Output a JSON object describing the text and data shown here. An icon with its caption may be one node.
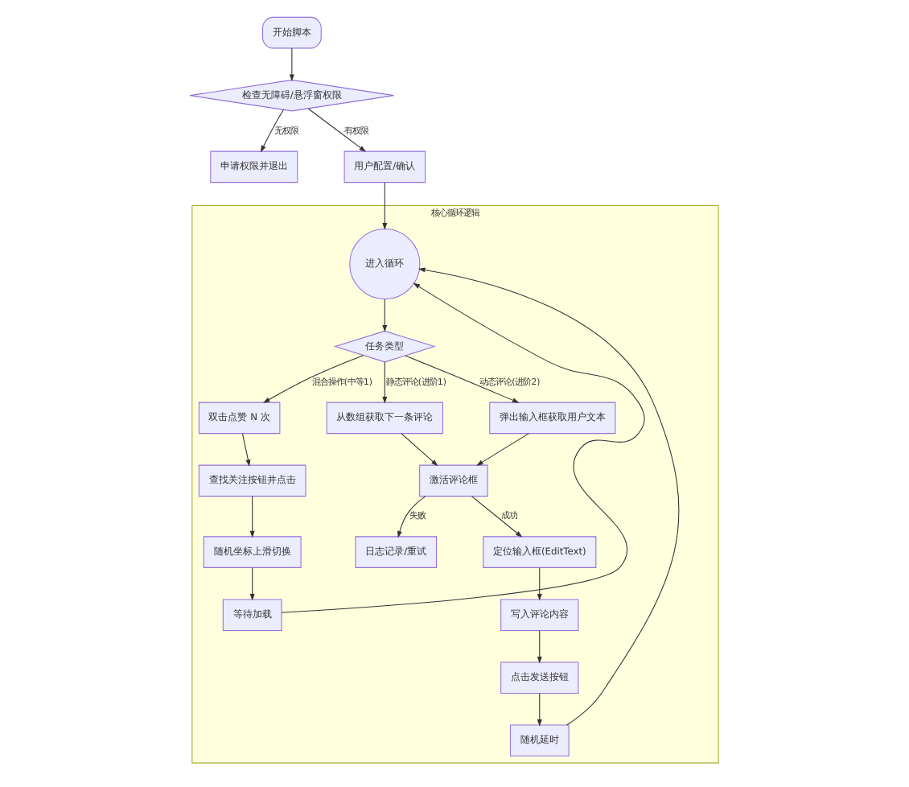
{
  "diagram": {
    "nodes": [
      {
        "text": [
          "开始脚本"
        ]
      },
      {
        "text": [
          "检查无障碍/悬浮窗权限"
        ]
      },
      {
        "text": [
          "申请权限并退出"
        ]
      },
      {
        "text": [
          "用户配置/确认"
        ]
      },
      {
        "text": [
          "核心循环逻辑"
        ]
      },
      {
        "text": [
          "进入循环"
        ],
        "in": 4
      },
      {
        "text": [
          "任务类型"
        ],
        "in": 4
      },
      {
        "text": [
          "双击点赞 N 次"
        ],
        "in": 4
      },
      {
        "text": [
          "从数组获取下一条评论"
        ],
        "in": 4
      },
      {
        "text": [
          "弹出输入框获取用户文本"
        ],
        "in": 4
      },
      {
        "text": [
          "查找关注按钮并点击"
        ],
        "in": 4
      },
      {
        "text": [
          "激活评论框"
        ],
        "in": 4
      },
      {
        "text": [
          "随机坐标上滑切换"
        ],
        "in": 4
      },
      {
        "text": [
          "日志记录/重试"
        ],
        "in": 4
      },
      {
        "text": [
          "定位输入框(EditText)"
        ],
        "in": 4
      },
      {
        "text": [
          "写入评论内容"
        ],
        "in": 4
      },
      {
        "text": [
          "等待加载"
        ],
        "in": 4
      },
      {
        "text": [
          "点击发送按钮"
        ],
        "in": 4
      },
      {
        "text": [
          "随机延时"
        ],
        "in": 4
      }
    ],
    "edges": [
      {
        "from": 0,
        "to": 1,
        "arrow": "to"
      },
      {
        "from": 1,
        "to": 2,
        "arrow": "to",
        "label": "无权限"
      },
      {
        "from": 1,
        "to": 3,
        "arrow": "to",
        "label": "有权限"
      },
      {
        "from": 3,
        "to": 5,
        "arrow": "to"
      },
      {
        "from": 5,
        "to": 6,
        "arrow": "to"
      },
      {
        "from": 6,
        "to": 7,
        "arrow": "to",
        "label": "混合操作(中等1)"
      },
      {
        "from": 6,
        "to": 8,
        "arrow": "to",
        "label": "静态评论(进阶1)"
      },
      {
        "from": 6,
        "to": 9,
        "arrow": "to",
        "label": "动态评论(进阶2)"
      },
      {
        "from": 7,
        "to": 10,
        "arrow": "to"
      },
      {
        "from": 10,
        "to": 12,
        "arrow": "to"
      },
      {
        "from": 8,
        "to": 11,
        "arrow": "to"
      },
      {
        "from": 9,
        "to": 11,
        "arrow": "to"
      },
      {
        "from": 11,
        "to": 13,
        "arrow": "to",
        "label": "失败"
      },
      {
        "from": 11,
        "to": 14,
        "arrow": "to",
        "label": "成功"
      },
      {
        "from": 14,
        "to": 15,
        "arrow": "to"
      },
      {
        "from": 15,
        "to": 17,
        "arrow": "to"
      },
      {
        "from": 17,
        "to": 18,
        "arrow": "to"
      },
      {
        "from": 12,
        "to": 16,
        "arrow": "to"
      },
      {
        "from": 16,
        "to": 5,
        "arrow": "to"
      },
      {
        "from": 18,
        "to": 5,
        "arrow": "to"
      }
    ]
  }
}
